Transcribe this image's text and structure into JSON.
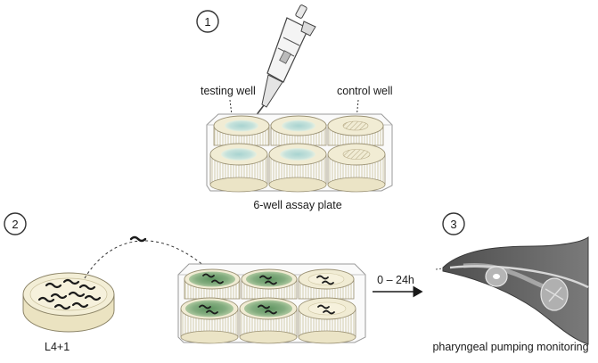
{
  "steps": [
    {
      "number": "1"
    },
    {
      "number": "2"
    },
    {
      "number": "3"
    }
  ],
  "labels": {
    "testing_well": "testing well",
    "control_well": "control well",
    "plate": "6-well assay plate",
    "larvae_stage": "L4+1",
    "time": "0 – 24h",
    "monitoring": "pharyngeal pumping monitoring"
  },
  "colors": {
    "well_cream": "#f1ecd4",
    "test_blue": "#c3dfd8",
    "compound_green": "#86ad80",
    "worm": "#1b1b1b",
    "pharynx_body": "#6b6b6b"
  }
}
